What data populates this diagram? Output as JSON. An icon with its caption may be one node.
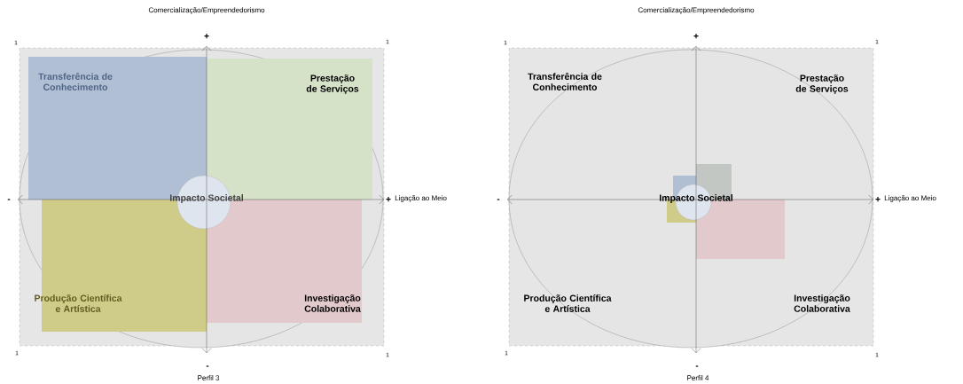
{
  "diagram": {
    "labels": [
      "Comercialização/Empreendedorismo",
      "+",
      "1",
      "1",
      "Transferência de Conhecimento",
      "Prestação de Serviços",
      "-",
      "Impacto Societal",
      "+",
      "Ligação ao Meio",
      "Produção Científica e Artística",
      "Investigação Colaborativa",
      "1",
      "1",
      "-",
      "Perfil 3",
      "Comercialização/Empreendedorismo",
      "+",
      "1",
      "1",
      "Transferência de Conhecimento",
      "Prestação de Serviços",
      "-",
      "Impacto Societal",
      "+",
      "Ligação ao Meio",
      "Produção Científica e Artística",
      "Investigação Colaborativa",
      "1",
      "1",
      "-",
      "Perfil 4"
    ]
  }
}
